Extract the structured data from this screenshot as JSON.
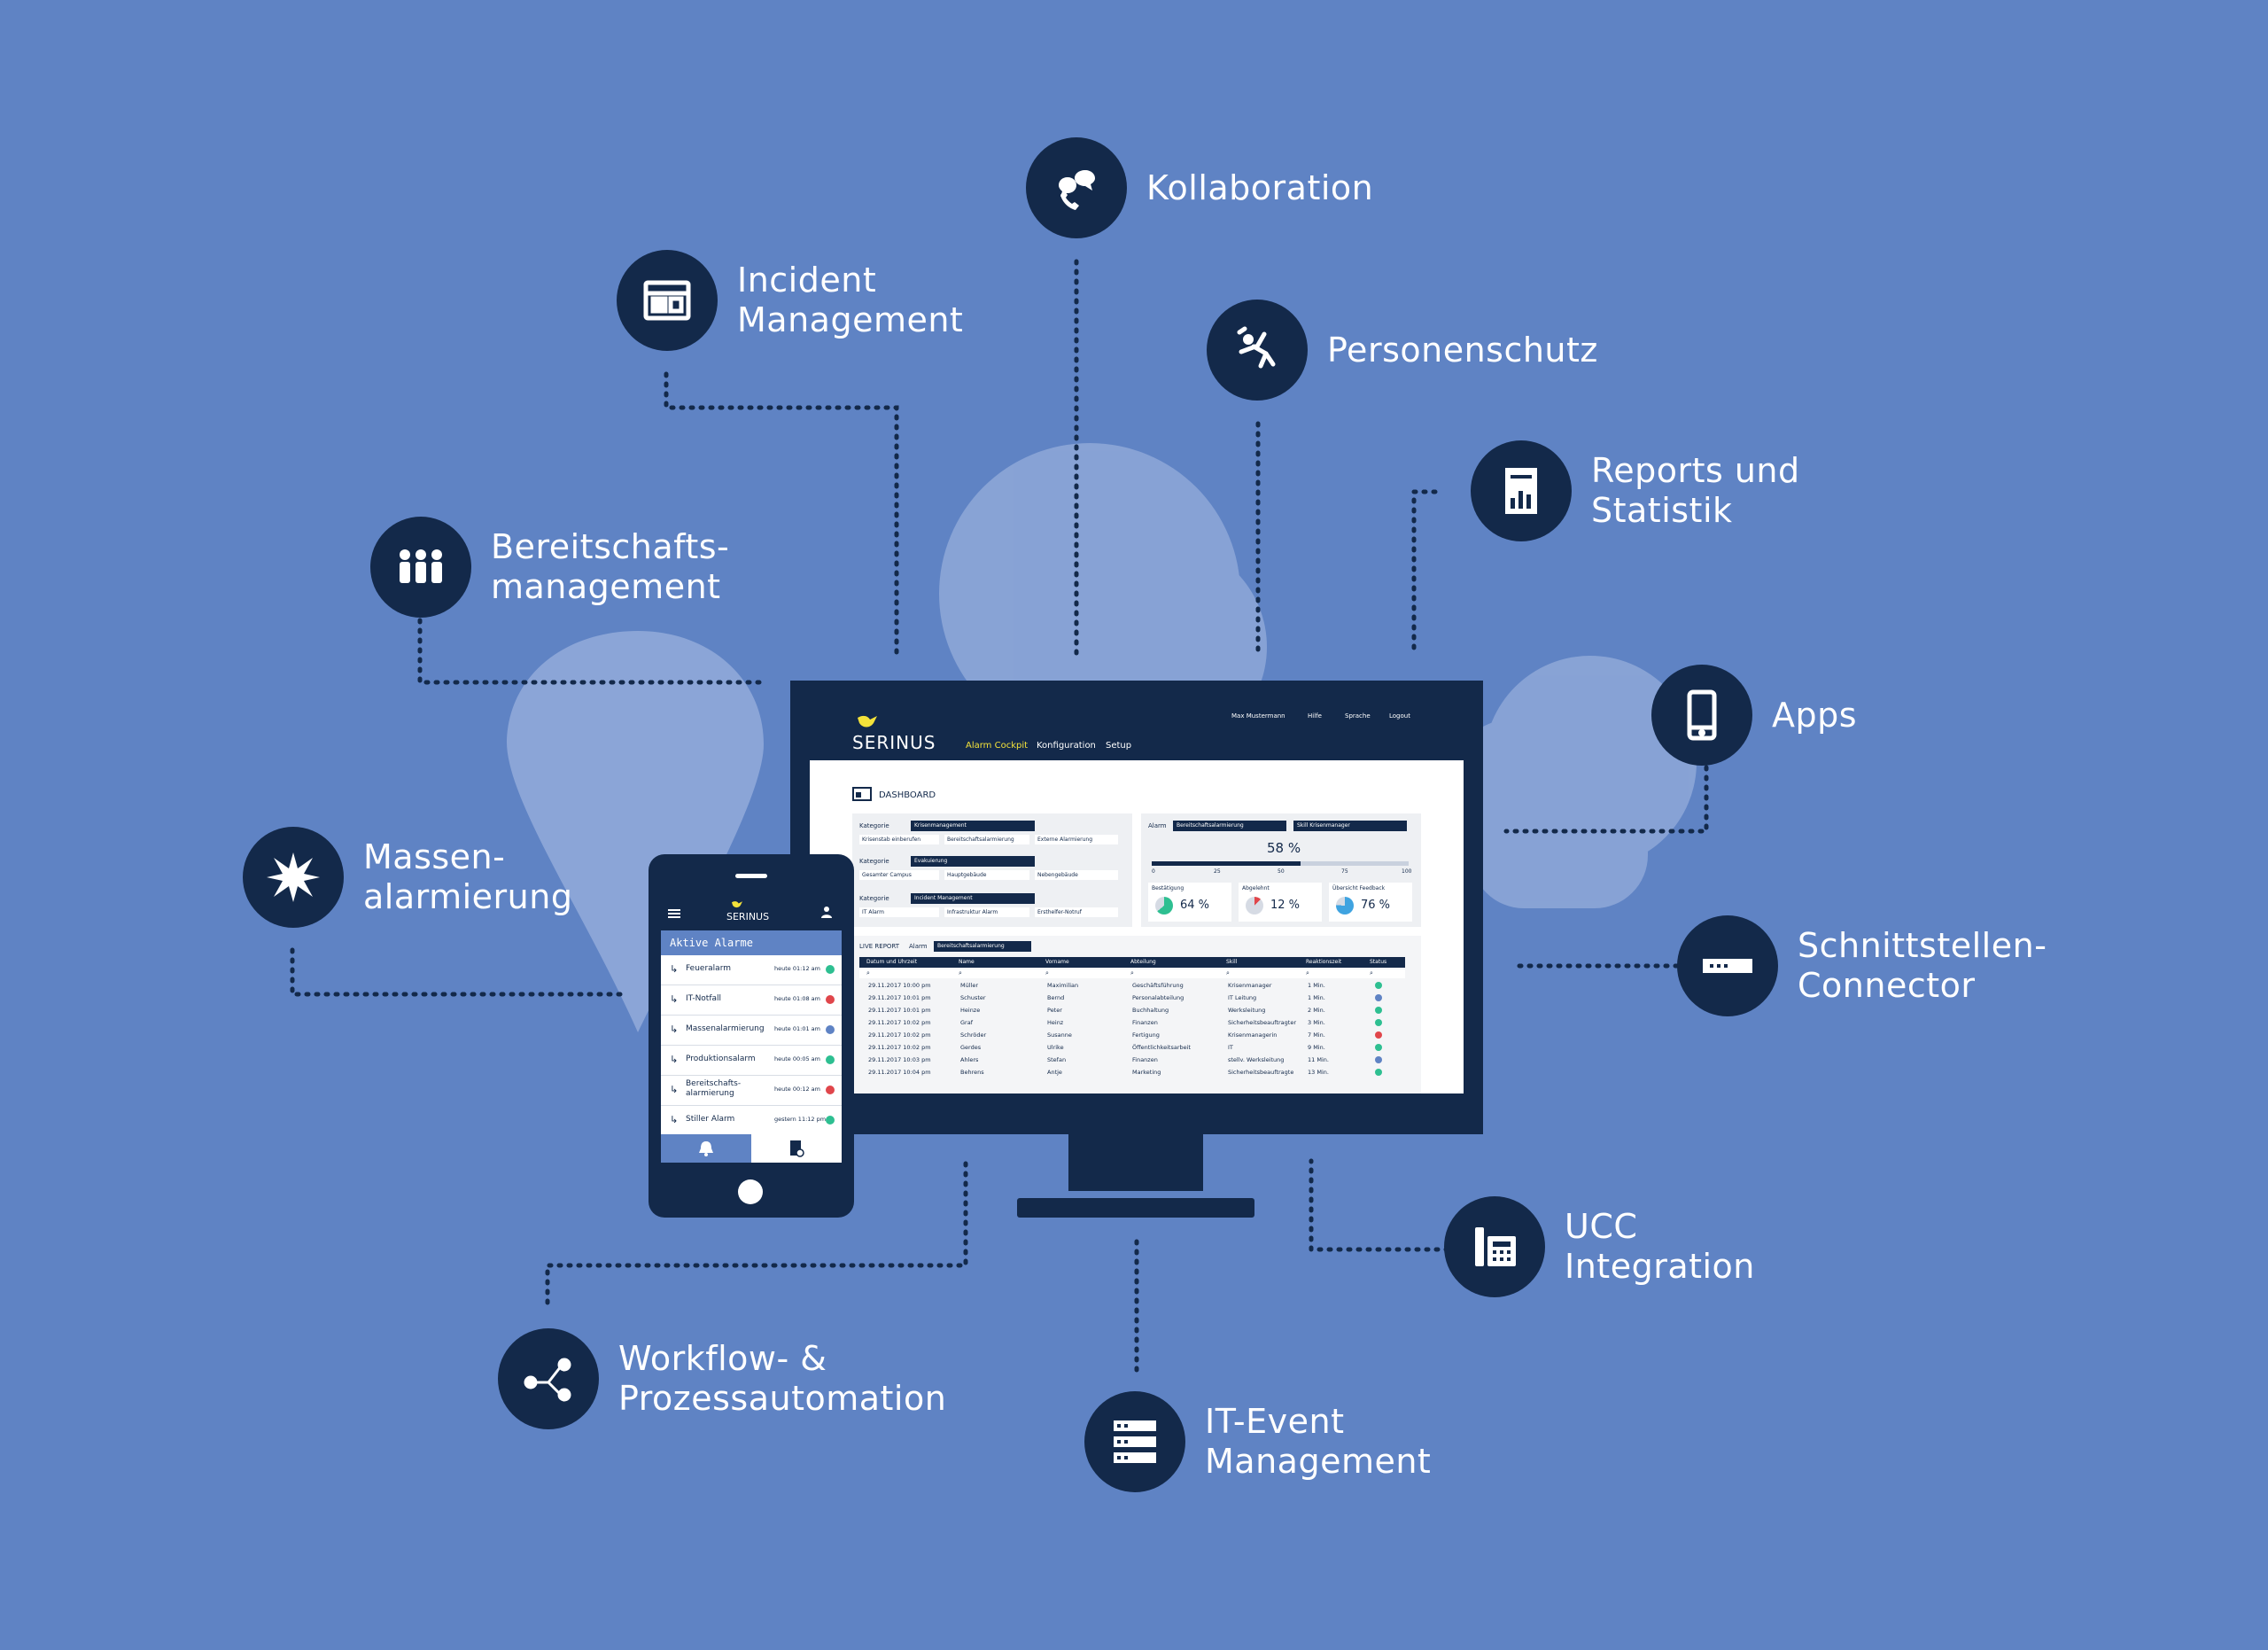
{
  "colors": {
    "background": "#5f83c4",
    "icon_circle": "#13294a",
    "cloud_light": "#a9bde4",
    "accent_yellow": "#f4e23a",
    "status_green": "#2ebf91",
    "status_red": "#e0464b",
    "status_blue": "#5f83c4"
  },
  "features": [
    {
      "id": "kollaboration",
      "icon": "chat-phone-icon",
      "lines": [
        "Kollaboration"
      ]
    },
    {
      "id": "incident",
      "icon": "window-layout-icon",
      "lines": [
        "Incident",
        "Management"
      ]
    },
    {
      "id": "personenschutz",
      "icon": "falling-person-icon",
      "lines": [
        "Personenschutz"
      ]
    },
    {
      "id": "reports",
      "icon": "report-chart-icon",
      "lines": [
        "Reports und",
        "Statistik"
      ]
    },
    {
      "id": "bereitschaft",
      "icon": "people-group-icon",
      "lines": [
        "Bereitschafts-",
        "management"
      ]
    },
    {
      "id": "apps",
      "icon": "smartphone-icon",
      "lines": [
        "Apps"
      ]
    },
    {
      "id": "massen",
      "icon": "explosion-icon",
      "lines": [
        "Massen-",
        "alarmierung"
      ]
    },
    {
      "id": "schnittstellen",
      "icon": "connector-icon",
      "lines": [
        "Schnittstellen-",
        "Connector"
      ]
    },
    {
      "id": "ucc",
      "icon": "desk-phone-icon",
      "lines": [
        "UCC",
        "Integration"
      ]
    },
    {
      "id": "workflow",
      "icon": "workflow-branch-icon",
      "lines": [
        "Workflow- &",
        "Prozessautomation"
      ]
    },
    {
      "id": "itevent",
      "icon": "server-rack-icon",
      "lines": [
        "IT-Event",
        "Management"
      ]
    }
  ],
  "desktop_app": {
    "brand": "SERINUS",
    "nav": [
      "Alarm Cockpit",
      "Konfiguration",
      "Setup"
    ],
    "top_meta": [
      "Max Mustermann",
      "Hilfe",
      "Sprache",
      "Logout"
    ],
    "dashboard_title": "DASHBOARD",
    "filters": [
      {
        "label": "Kategorie",
        "value": "Krisenmanagement",
        "chips": [
          "Krisenstab einberufen",
          "Bereitschaftsalarmierung",
          "Externe Alarmierung"
        ]
      },
      {
        "label": "Kategorie",
        "value": "Evakuierung",
        "chips": [
          "Gesamter Campus",
          "Hauptgebäude",
          "Nebengebäude"
        ]
      },
      {
        "label": "Kategorie",
        "value": "Incident Management",
        "chips": [
          "IT Alarm",
          "Infrastruktur Alarm",
          "Ersthelfer-Notruf"
        ]
      }
    ],
    "alarm_panel": {
      "alarm_label": "Alarm",
      "alarm_value": "Bereitschaftsalarmierung",
      "skill_value": "Skill Krisenmanager",
      "progress_label": "58 %",
      "progress": 0.58,
      "scale": [
        "0",
        "25",
        "50",
        "75",
        "100"
      ],
      "stats": [
        {
          "label": "Bestätigung",
          "value": "64 %",
          "fraction": 0.64,
          "color": "#2ebf91"
        },
        {
          "label": "Abgelehnt",
          "value": "12 %",
          "fraction": 0.12,
          "color": "#e0464b"
        },
        {
          "label": "Übersicht Feedback",
          "value": "76 %",
          "fraction": 0.76,
          "color": "#3fa3e0"
        }
      ]
    },
    "live_report": {
      "title": "LIVE REPORT",
      "alarm_label": "Alarm",
      "alarm_value": "Bereitschaftsalarmierung",
      "columns": [
        "Datum und Uhrzeit",
        "Name",
        "Vorname",
        "Abteilung",
        "Skill",
        "Reaktionszeit",
        "Status"
      ],
      "rows": [
        [
          "29.11.2017  10:00 pm",
          "Müller",
          "Maximilian",
          "Geschäftsführung",
          "Krisenmanager",
          "1 Min.",
          "green"
        ],
        [
          "29.11.2017  10:01 pm",
          "Schuster",
          "Bernd",
          "Personalabteilung",
          "IT Leitung",
          "1 Min.",
          "blue"
        ],
        [
          "29.11.2017  10:01 pm",
          "Heinze",
          "Peter",
          "Buchhaltung",
          "Werksleitung",
          "2 Min.",
          "green"
        ],
        [
          "29.11.2017  10:02 pm",
          "Graf",
          "Heinz",
          "Finanzen",
          "Sicherheitsbeauftragter",
          "3 Min.",
          "green"
        ],
        [
          "29.11.2017  10:02 pm",
          "Schröder",
          "Susanne",
          "Fertigung",
          "Krisenmanagerin",
          "7 Min.",
          "red"
        ],
        [
          "29.11.2017  10:02 pm",
          "Gerdes",
          "Ulrike",
          "Öffentlichkeitsarbeit",
          "IT",
          "9 Min.",
          "green"
        ],
        [
          "29.11.2017  10:03 pm",
          "Ahlers",
          "Stefan",
          "Finanzen",
          "stellv. Werksleitung",
          "11 Min.",
          "blue"
        ],
        [
          "29.11.2017  10:04 pm",
          "Behrens",
          "Antje",
          "Marketing",
          "Sicherheitsbeauftragte",
          "13 Min.",
          "green"
        ]
      ]
    }
  },
  "mobile_app": {
    "brand": "SERINUS",
    "section": "Aktive Alarme",
    "alarms": [
      {
        "name": "Feueralarm",
        "time": "heute 01:12 am",
        "status": "green"
      },
      {
        "name": "IT-Notfall",
        "time": "heute 01:08 am",
        "status": "red"
      },
      {
        "name": "Massenalarmierung",
        "time": "heute 01:01 am",
        "status": "blue"
      },
      {
        "name": "Produktionsalarm",
        "time": "heute 00:05 am",
        "status": "green"
      },
      {
        "name": "Bereitschafts-\nalarmierung",
        "time": "heute 00:12 am",
        "status": "red"
      },
      {
        "name": "Stiller Alarm",
        "time": "gestern 11:12 pm",
        "status": "green"
      }
    ]
  }
}
